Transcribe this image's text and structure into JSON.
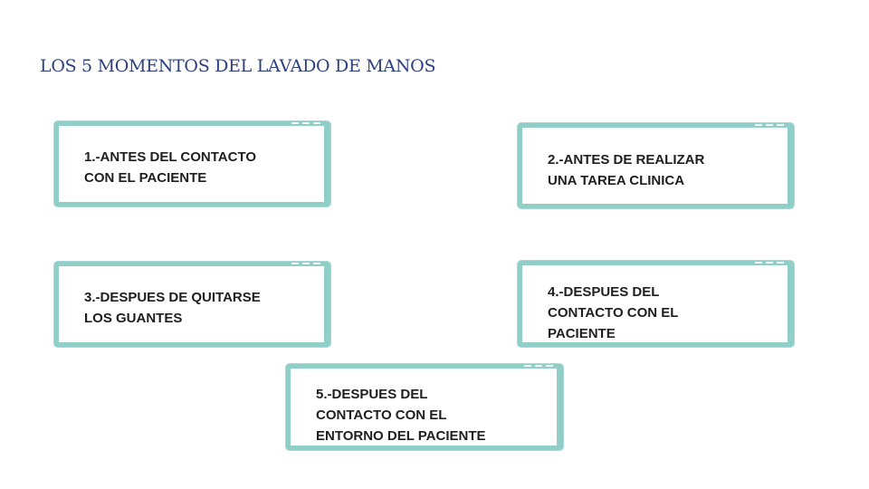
{
  "title": "LOS 5 MOMENTOS DEL LAVADO DE MANOS",
  "colors": {
    "title": "#2e3f7f",
    "card_border": "#8fcfc8",
    "card_text": "#1f1f1f",
    "background": "#ffffff"
  },
  "moments": [
    {
      "text": "1.-ANTES DEL CONTACTO\nCON EL PACIENTE"
    },
    {
      "text": "2.-ANTES DE REALIZAR\nUNA TAREA CLINICA"
    },
    {
      "text": "3.-DESPUES DE QUITARSE\nLOS GUANTES"
    },
    {
      "text": "4.-DESPUES DEL\nCONTACTO CON EL\nPACIENTE"
    },
    {
      "text": "5.-DESPUES DEL\nCONTACTO CON EL\nENTORNO DEL PACIENTE"
    }
  ]
}
